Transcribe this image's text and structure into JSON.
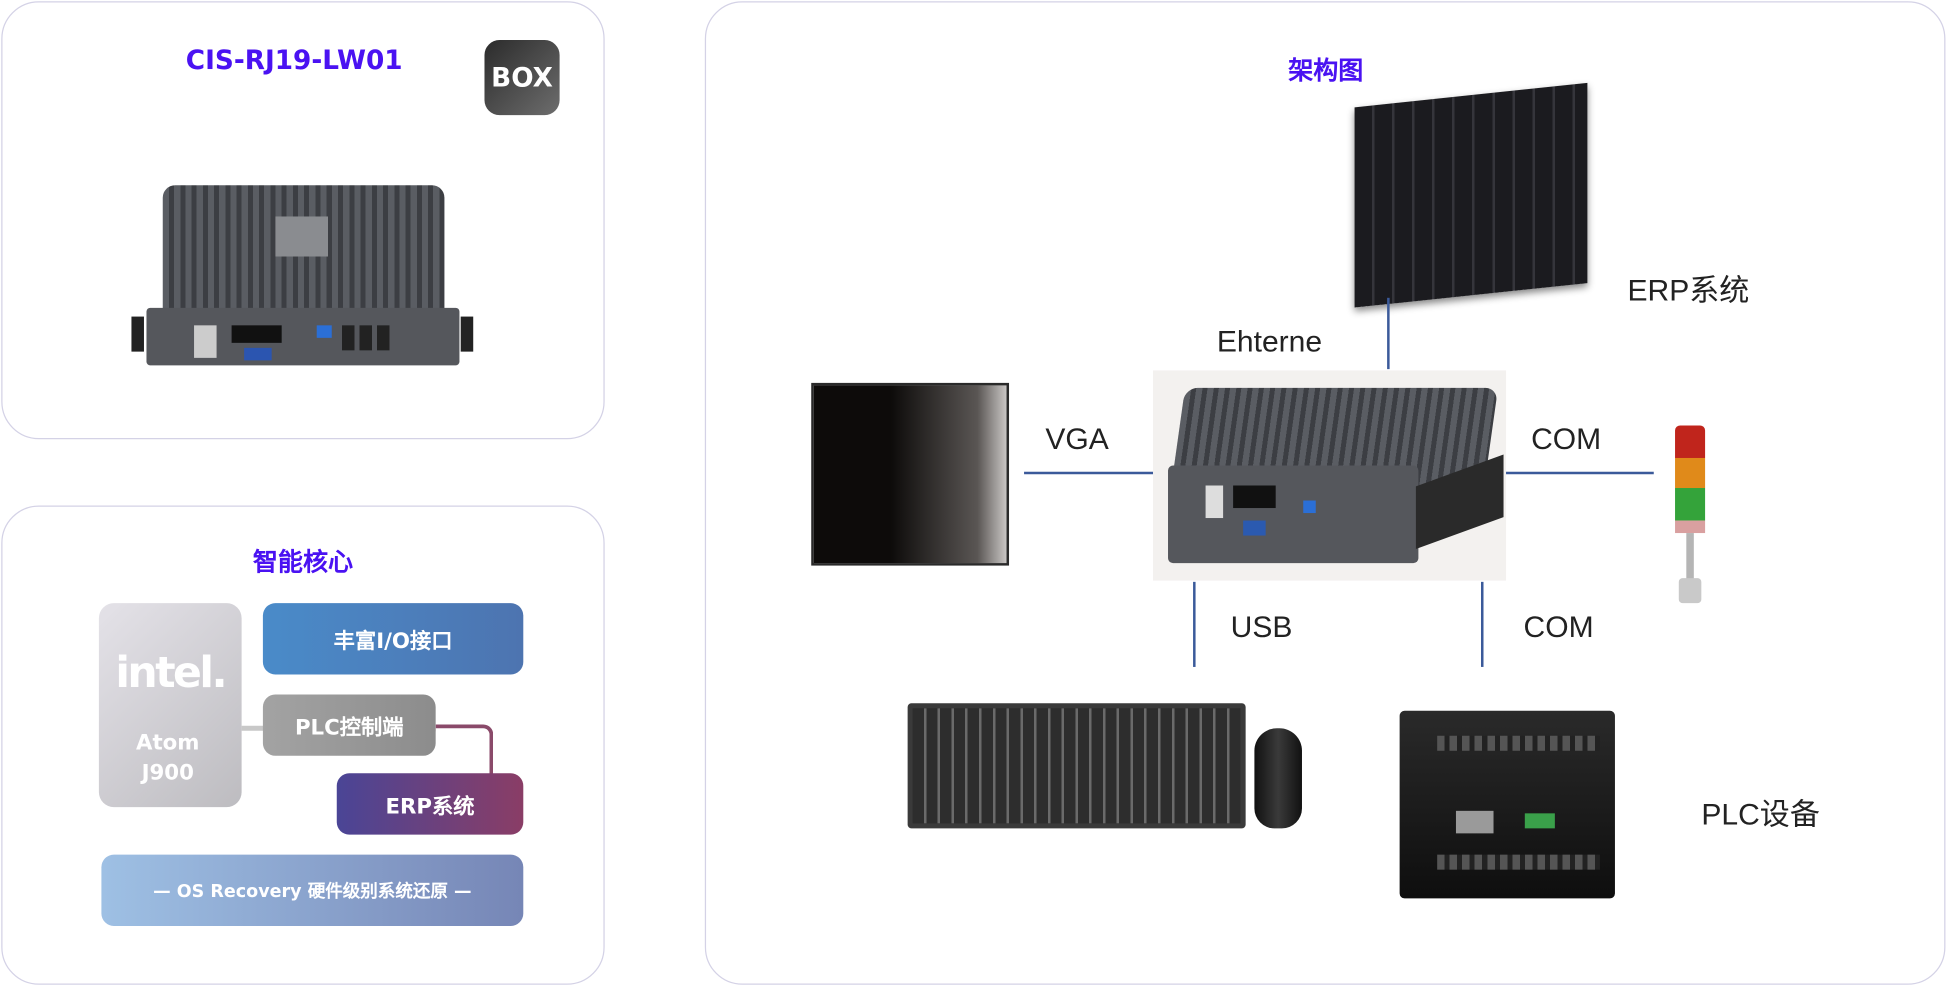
{
  "product_card": {
    "model": "CIS-RJ19-LW01",
    "badge": "BOX"
  },
  "core_card": {
    "title": "智能核心",
    "cpu": {
      "brand": "intel.",
      "line1": "Atom",
      "line2": "J900"
    },
    "blocks": {
      "io": "丰富I/O接口",
      "plc": "PLC控制端",
      "erp": "ERP系统",
      "recovery": "— OS Recovery 硬件级别系统还原 —"
    }
  },
  "architecture": {
    "title": "架构图",
    "labels": {
      "erp": "ERP系统",
      "ethernet": "Ehterne",
      "vga": "VGA",
      "com_right": "COM",
      "usb": "USB",
      "com_bottom": "COM",
      "plc": "PLC设备"
    },
    "line_color": "#3b5a9a"
  }
}
